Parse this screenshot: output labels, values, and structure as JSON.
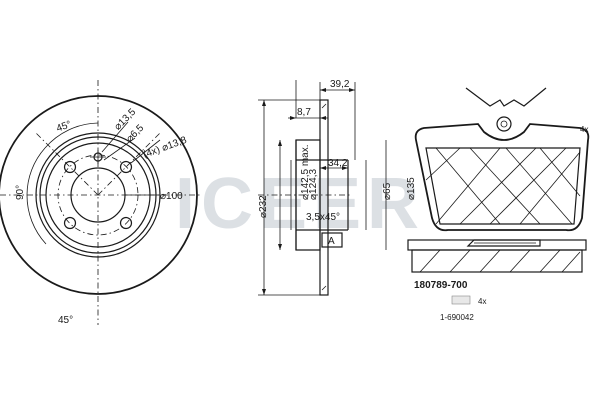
{
  "watermark": {
    "text": "ICEER",
    "color": "#d9dde2"
  },
  "front_view": {
    "angle_45_top": "45°",
    "angle_90": "90°",
    "angle_45_bottom": "45°",
    "dia_13_5": "⌀13,5",
    "dia_6_5": "⌀6,5",
    "dia_4x_13_8": "(4x) ⌀13,8",
    "dia_100": "⌀100"
  },
  "side_view": {
    "dim_39_2": "39,2",
    "dim_8_7": "8,7",
    "dim_34_2": "34,2",
    "dia_232": "⌀232",
    "dia_142_5": "⌀142,5 max.",
    "dia_124_3": "⌀124,3",
    "dia_65": "⌀65",
    "dia_135": "⌀135",
    "chamfer": "3,5x45°",
    "datum": "A"
  },
  "pad": {
    "qty_top": "4x",
    "part_number": "180789-700",
    "qty_clip": "4x",
    "clip_number": "1-690042"
  }
}
